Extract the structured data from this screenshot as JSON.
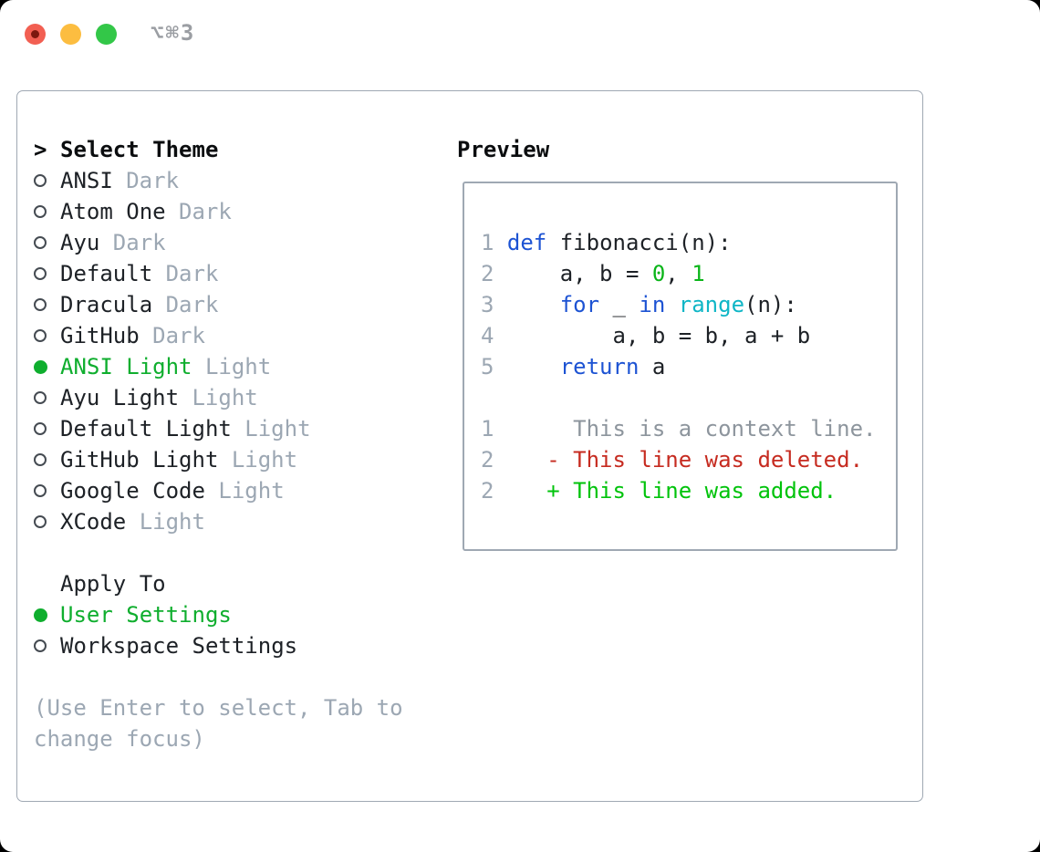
{
  "window": {
    "shortcut_label": "⌥⌘3"
  },
  "theme_picker": {
    "cursor": ">",
    "title": "Select Theme",
    "items": [
      {
        "name": "ANSI",
        "variant": "Dark",
        "selected": false
      },
      {
        "name": "Atom One",
        "variant": "Dark",
        "selected": false
      },
      {
        "name": "Ayu",
        "variant": "Dark",
        "selected": false
      },
      {
        "name": "Default",
        "variant": "Dark",
        "selected": false
      },
      {
        "name": "Dracula",
        "variant": "Dark",
        "selected": false
      },
      {
        "name": "GitHub",
        "variant": "Dark",
        "selected": false
      },
      {
        "name": "ANSI Light",
        "variant": "Light",
        "selected": true
      },
      {
        "name": "Ayu Light",
        "variant": "Light",
        "selected": false
      },
      {
        "name": "Default Light",
        "variant": "Light",
        "selected": false
      },
      {
        "name": "GitHub Light",
        "variant": "Light",
        "selected": false
      },
      {
        "name": "Google Code",
        "variant": "Light",
        "selected": false
      },
      {
        "name": "XCode",
        "variant": "Light",
        "selected": false
      }
    ]
  },
  "apply_to": {
    "title": "Apply To",
    "options": [
      {
        "label": "User Settings",
        "selected": true
      },
      {
        "label": "Workspace Settings",
        "selected": false
      }
    ]
  },
  "hint": {
    "line1": "(Use Enter to select, Tab to",
    "line2": "change focus)"
  },
  "preview": {
    "title": "Preview",
    "code": [
      {
        "num": "1",
        "s0": " ",
        "s1": "def",
        "s2": " fibonacci(n):"
      },
      {
        "num": "2",
        "s0": "     a, b = ",
        "s1": "0",
        "s2": ", ",
        "s3": "1"
      },
      {
        "num": "3",
        "s0": "     ",
        "s1": "for",
        "s2": " _ ",
        "s3": "in",
        "s4": " ",
        "s5": "range",
        "s6": "(n):"
      },
      {
        "num": "4",
        "s0": "         a, b = b, a + b"
      },
      {
        "num": "5",
        "s0": "     ",
        "s1": "return",
        "s2": " a"
      },
      {
        "num": "",
        "s0": ""
      },
      {
        "num": "1",
        "s0": "      This is a context line."
      },
      {
        "num": "2",
        "s0": "    - This line was deleted."
      },
      {
        "num": "2",
        "s0": "    + This line was added."
      }
    ]
  },
  "colors": {
    "selected_green": "#0fae2e",
    "added_green": "#00c30b",
    "deleted_red": "#c62b20",
    "keyword_blue": "#1d53d3",
    "literal_green": "#0ab519",
    "function_cyan": "#0fb6c6",
    "muted_gray": "#9ca7b3",
    "context_gray": "#8d959d",
    "text_dark": "#1d2126",
    "border_gray": "#9fa8b3",
    "light_red": "#f25f52",
    "light_yellow": "#fcbd40",
    "light_green": "#33c748"
  }
}
